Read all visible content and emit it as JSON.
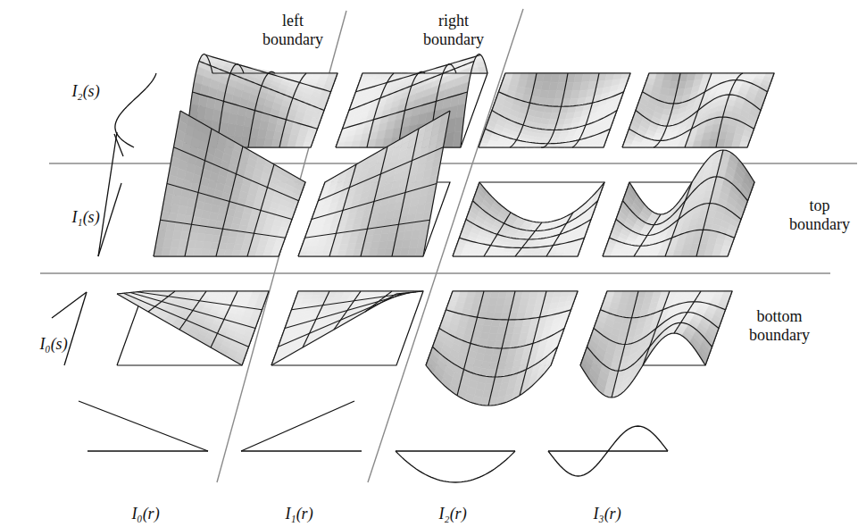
{
  "diagram": {
    "labels": [
      "left boundary",
      "right boundary",
      "I₂(s)",
      "I₁(s)",
      "top boundary",
      "I₀(s)",
      "bottom boundary",
      "I₀(r)",
      "I₁(r)",
      "I₂(r)",
      "I₃(r)"
    ]
  }
}
